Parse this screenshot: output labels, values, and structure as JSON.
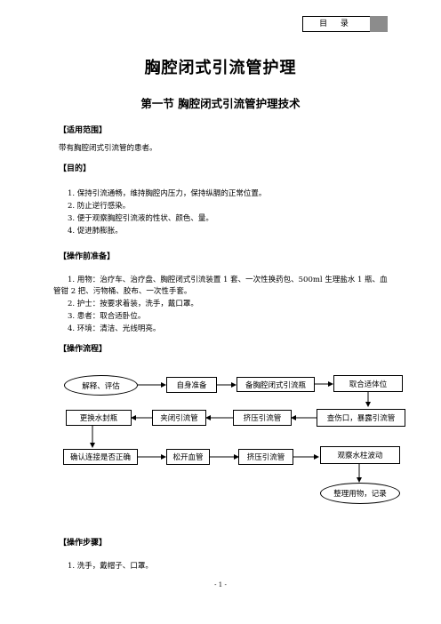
{
  "header": {
    "tab_label": "目 录"
  },
  "title": "胸腔闭式引流管护理",
  "subtitle": "第一节   胸腔闭式引流管护理技术",
  "scope": {
    "heading": "【适用范围】",
    "text": "带有胸腔闭式引流管的患者。"
  },
  "purpose": {
    "heading": "【目的】",
    "items": [
      "1. 保持引流通畅，维持胸腔内压力，保持纵膈的正常位置。",
      "2. 防止逆行感染。",
      "3. 便于观察胸腔引流液的性状、颜色、量。",
      "4. 促进肺膨胀。"
    ]
  },
  "prep": {
    "heading": "【操作前准备】",
    "item1": "1. 用物：治疗车、治疗盘、胸腔闭式引流装置 1 套、一次性换药包、500ml 生理盐水 1 瓶、血管钳 2 把、污物桶、胶布、一次性手套。",
    "items": [
      "2. 护士：按要求着装，洗手，戴口罩。",
      "3. 患者：取合适卧位。",
      "4. 环境：清洁、光线明亮。"
    ]
  },
  "flow": {
    "heading": "【操作流程】",
    "n1": "解释、评估",
    "n2": "自身准备",
    "n3": "备胸腔闭式引流瓶",
    "n4": "取合适体位",
    "n5": "查伤口，暴露引流管",
    "n6": "挤压引流管",
    "n7": "夹闭引流管",
    "n8": "更换水封瓶",
    "n9": "确认连接是否正确",
    "n10": "松开血管",
    "n11": "挤压引流管",
    "n12": "观察水柱波动",
    "n13": "整理用物，记录"
  },
  "steps": {
    "heading": "【操作步骤】",
    "item1": "1. 洗手，戴帽子、口罩。"
  },
  "page_number": "- 1 -"
}
